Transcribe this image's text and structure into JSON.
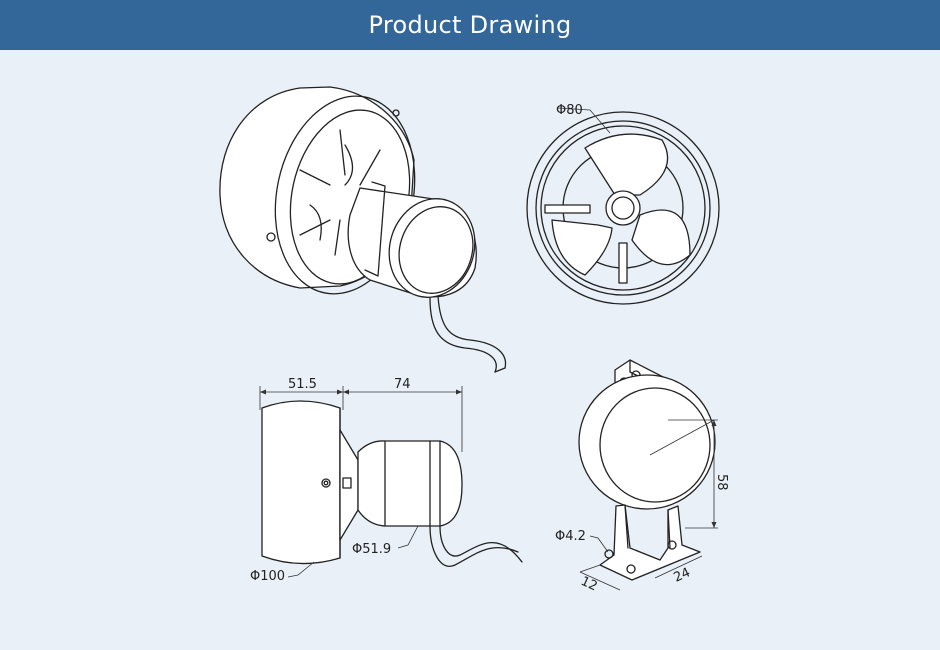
{
  "header": {
    "title": "Product Drawing"
  },
  "colors": {
    "header_bg": "#336699",
    "page_bg": "#eaf0f7",
    "line": "#222222"
  },
  "views": {
    "front": {
      "diameter_label": "Φ80"
    },
    "side": {
      "length_label_1": "51.5",
      "length_label_2": "74",
      "outer_diameter_label": "Φ100",
      "motor_diameter_label": "Φ51.9"
    },
    "bracket": {
      "height_label": "58",
      "hole_label": "Φ4.2",
      "width_label_1": "12",
      "width_label_2": "24"
    }
  }
}
